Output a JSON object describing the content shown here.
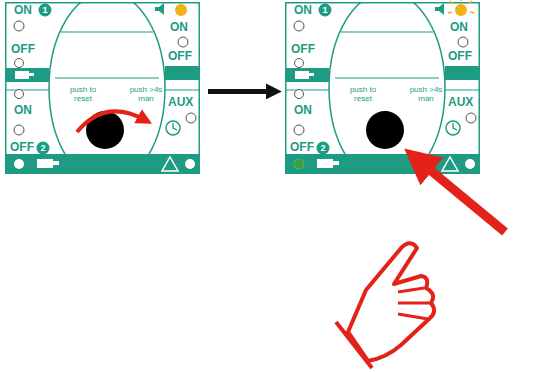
{
  "diagram": {
    "nodes": [
      {
        "text": [
          "ON",
          "1",
          "OFF",
          "ON",
          "OFF",
          "2",
          "push to reset",
          "push >4s man",
          "ON",
          "OFF",
          "AUX"
        ]
      },
      {
        "text": [
          "ON",
          "1",
          "OFF",
          "ON",
          "OFF",
          "2",
          "push to reset",
          "push >4s man",
          "ON",
          "OFF",
          "AUX"
        ]
      }
    ],
    "edges": [
      {
        "from": 0,
        "to": 1,
        "arrow": "to"
      }
    ]
  }
}
